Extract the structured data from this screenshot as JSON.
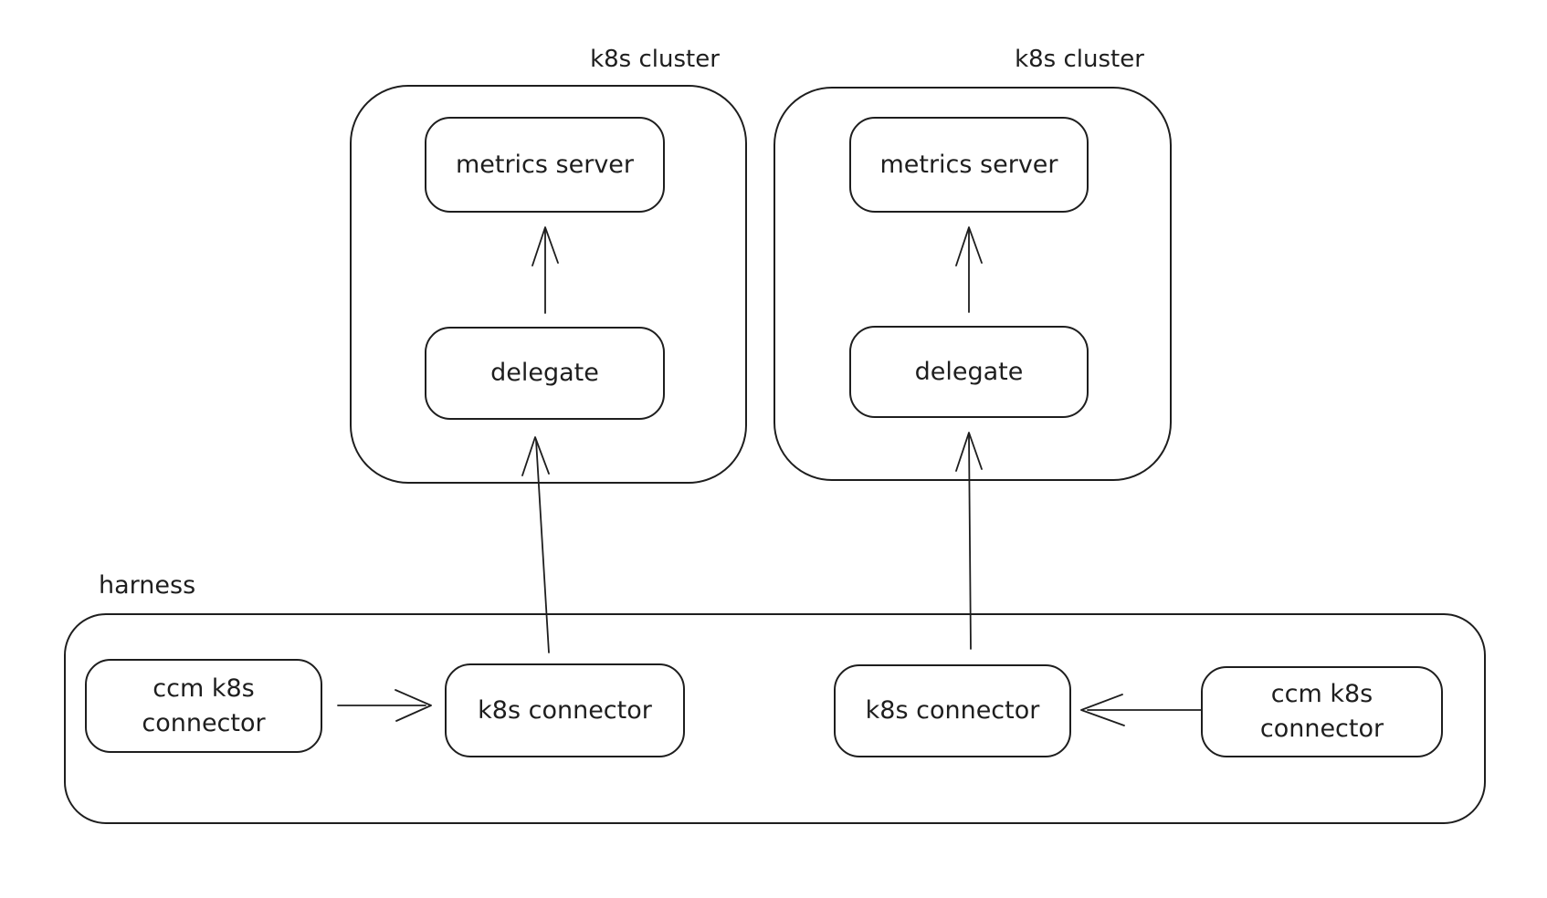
{
  "diagram": {
    "colors": {
      "stroke": "#1e1e1e",
      "background": "#ffffff"
    },
    "clusters": [
      {
        "label": "k8s cluster",
        "metrics_server": "metrics server",
        "delegate": "delegate"
      },
      {
        "label": "k8s cluster",
        "metrics_server": "metrics server",
        "delegate": "delegate"
      }
    ],
    "harness": {
      "label": "harness",
      "nodes": [
        {
          "label": "ccm k8s\nconnector"
        },
        {
          "label": "k8s connector"
        },
        {
          "label": "k8s connector"
        },
        {
          "label": "ccm k8s\nconnector"
        }
      ]
    }
  }
}
